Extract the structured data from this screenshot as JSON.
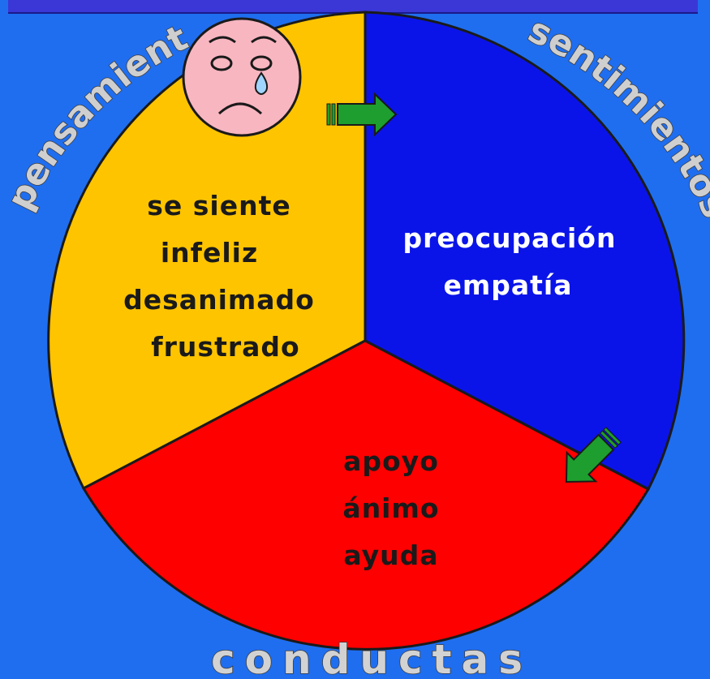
{
  "colors": {
    "background": "#1f6ef0",
    "pensamientos": "#ffc400",
    "sentimientos": "#0a14e8",
    "conductas": "#ff0000",
    "arrow": "#1e9e2e",
    "face": "#f8b6c0"
  },
  "segments": {
    "pensamientos": {
      "title": "pensamientos",
      "lines": [
        "se siente",
        "infeliz",
        "desanimado",
        "frustrado"
      ]
    },
    "sentimientos": {
      "title": "sentimientos",
      "lines": [
        "preocupación",
        "empatía"
      ]
    },
    "conductas": {
      "title": "conductas",
      "lines": [
        "apoyo",
        "ánimo",
        "ayuda"
      ]
    }
  },
  "icons": {
    "face": "crying-face-icon",
    "arrow1": "arrow-right-icon",
    "arrow2": "arrow-down-left-icon"
  }
}
